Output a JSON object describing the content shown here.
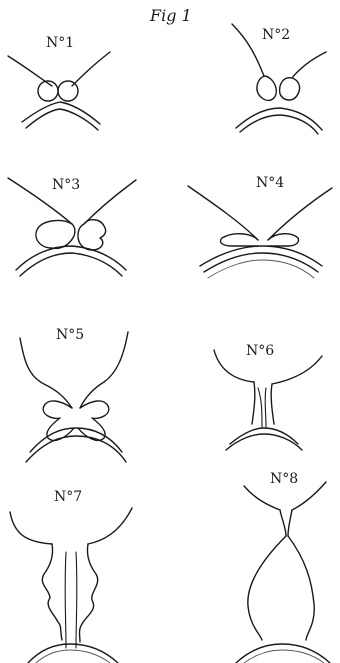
{
  "figure": {
    "title": "Fig 1",
    "panels": [
      {
        "label": "N°1"
      },
      {
        "label": "N°2"
      },
      {
        "label": "N°3"
      },
      {
        "label": "N°4"
      },
      {
        "label": "N°5"
      },
      {
        "label": "N°6"
      },
      {
        "label": "N°7"
      },
      {
        "label": "N°8"
      }
    ]
  }
}
